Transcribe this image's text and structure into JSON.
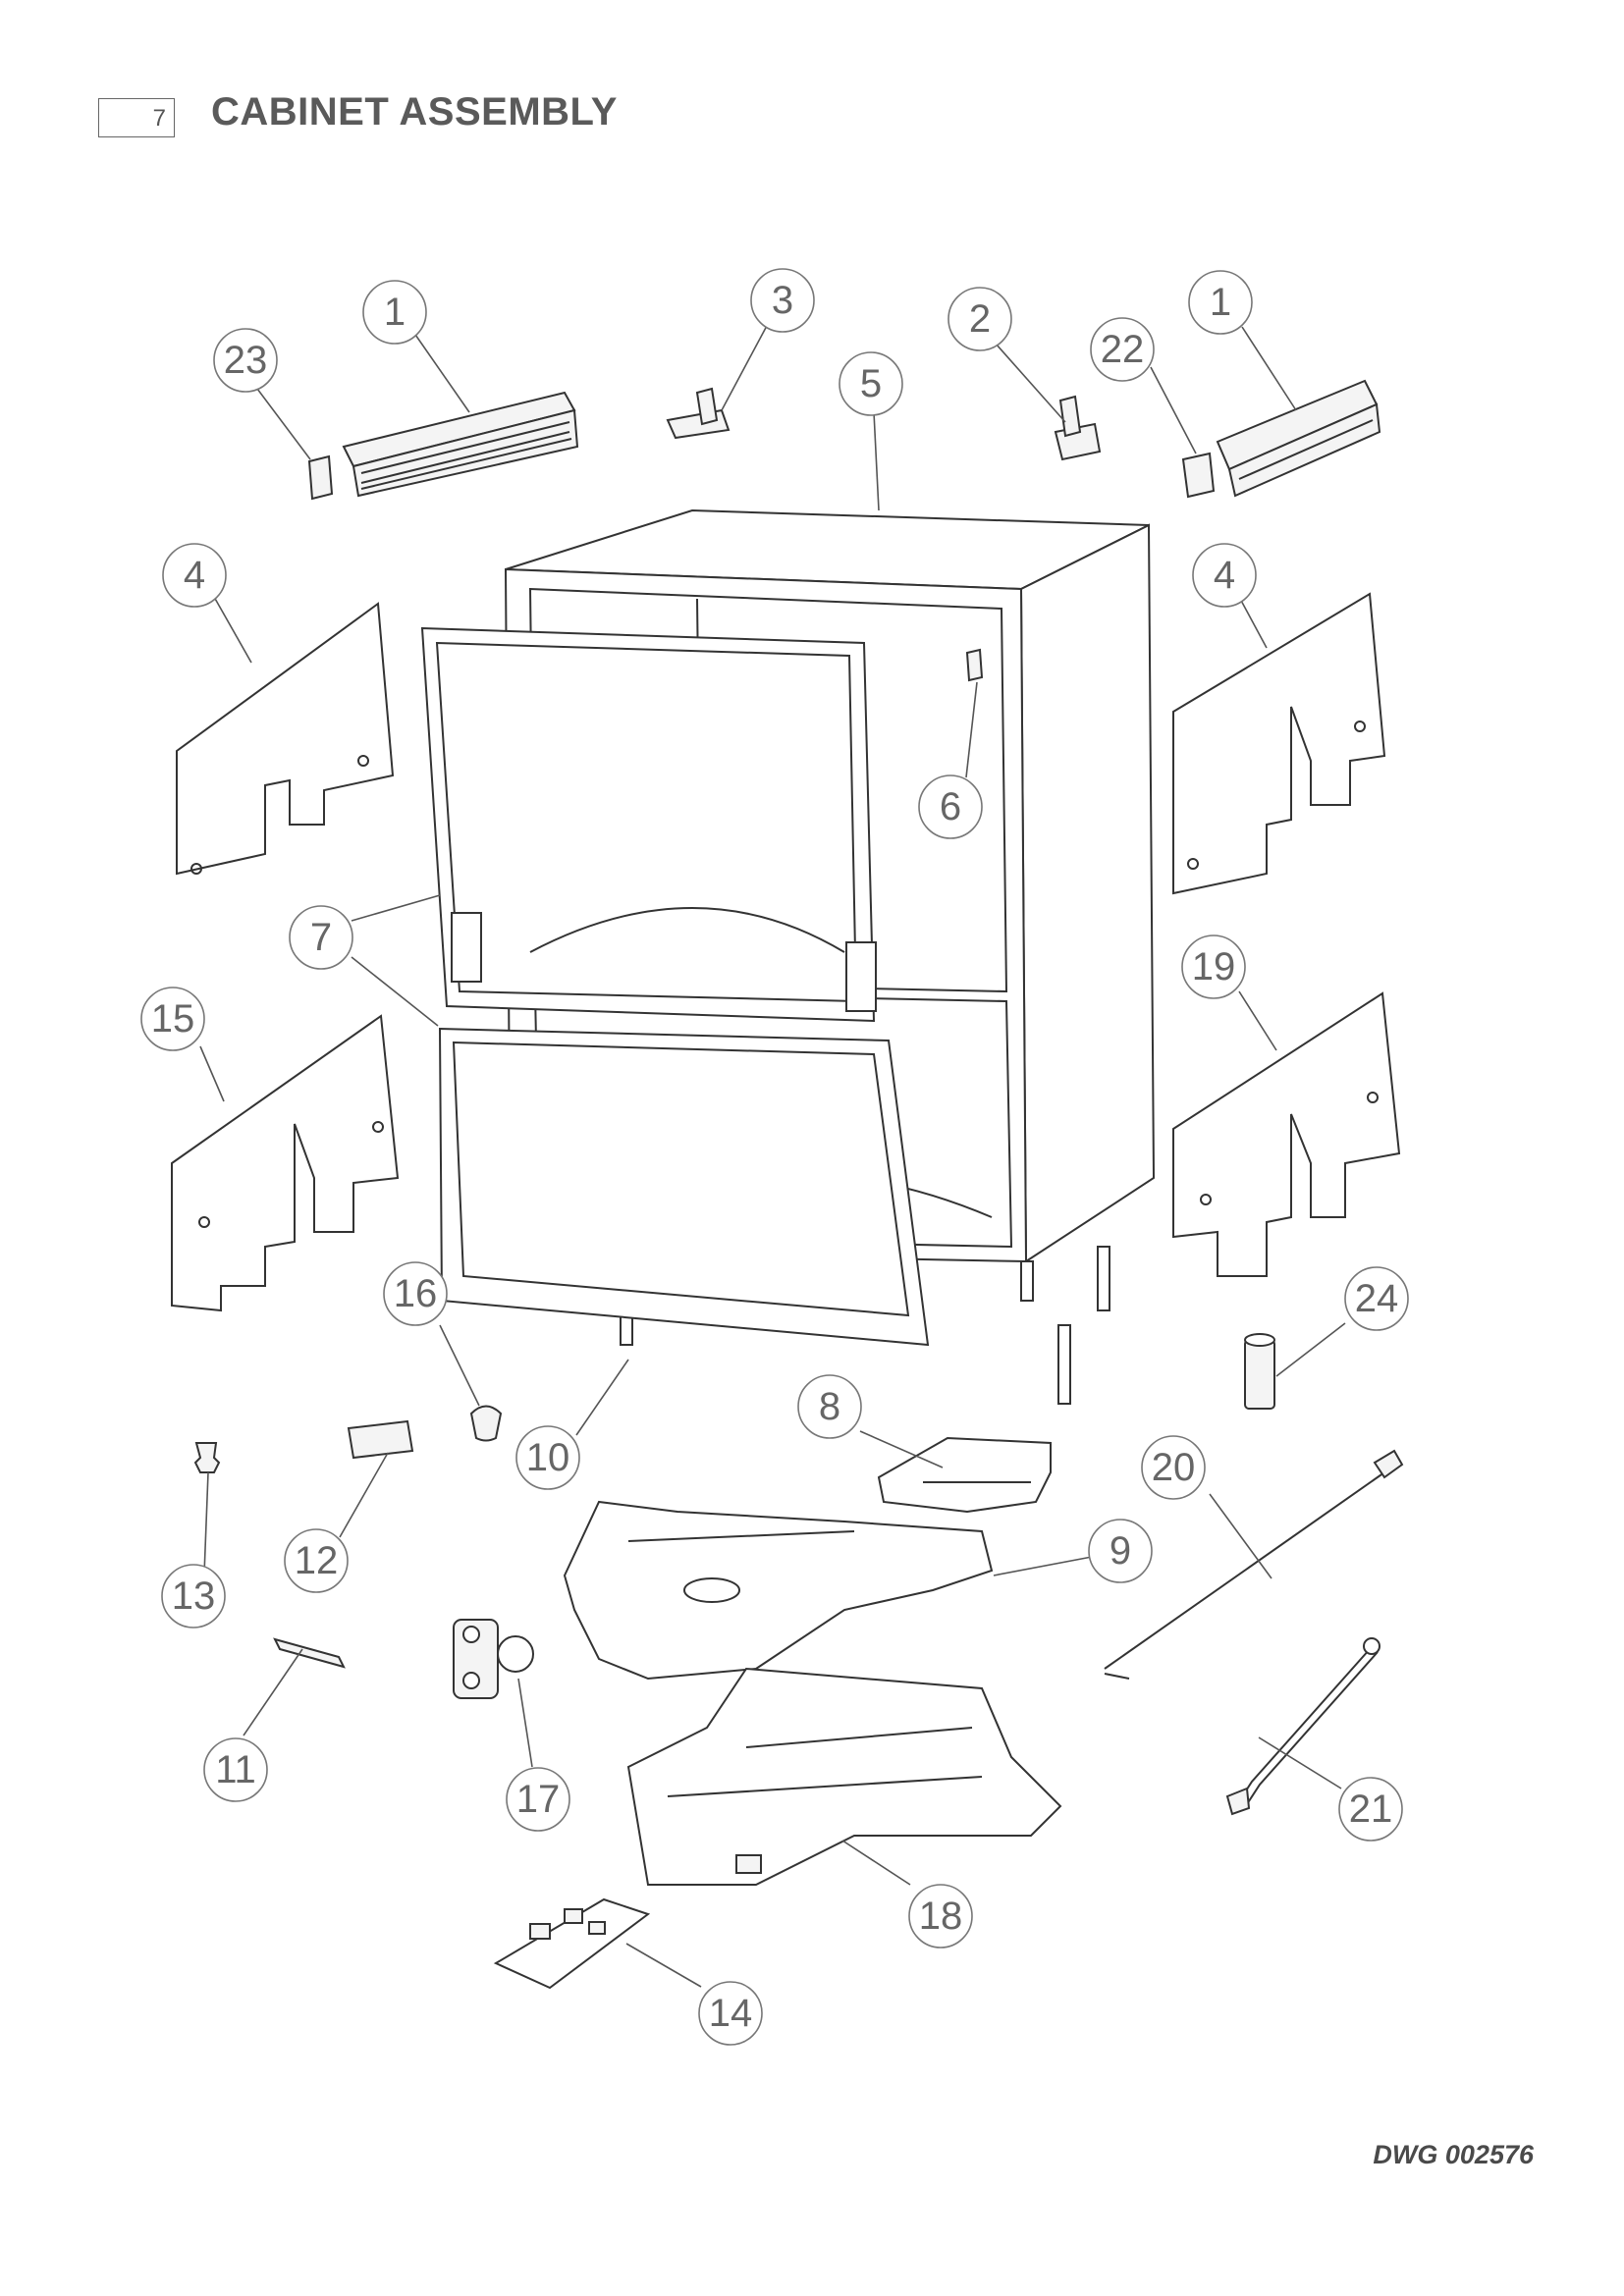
{
  "header": {
    "page_number": "7",
    "title": "CABINET ASSEMBLY"
  },
  "footer": {
    "drawing_id": "DWG 002576"
  },
  "callouts": [
    {
      "id": "c1a",
      "label": "1"
    },
    {
      "id": "c23",
      "label": "23"
    },
    {
      "id": "c3",
      "label": "3"
    },
    {
      "id": "c5",
      "label": "5"
    },
    {
      "id": "c2",
      "label": "2"
    },
    {
      "id": "c22",
      "label": "22"
    },
    {
      "id": "c1b",
      "label": "1"
    },
    {
      "id": "c4a",
      "label": "4"
    },
    {
      "id": "c4b",
      "label": "4"
    },
    {
      "id": "c6",
      "label": "6"
    },
    {
      "id": "c7",
      "label": "7"
    },
    {
      "id": "c19",
      "label": "19"
    },
    {
      "id": "c15",
      "label": "15"
    },
    {
      "id": "c16",
      "label": "16"
    },
    {
      "id": "c24",
      "label": "24"
    },
    {
      "id": "c10",
      "label": "10"
    },
    {
      "id": "c8",
      "label": "8"
    },
    {
      "id": "c20",
      "label": "20"
    },
    {
      "id": "c9",
      "label": "9"
    },
    {
      "id": "c12",
      "label": "12"
    },
    {
      "id": "c13",
      "label": "13"
    },
    {
      "id": "c11",
      "label": "11"
    },
    {
      "id": "c17",
      "label": "17"
    },
    {
      "id": "c21",
      "label": "21"
    },
    {
      "id": "c18",
      "label": "18"
    },
    {
      "id": "c14",
      "label": "14"
    }
  ]
}
